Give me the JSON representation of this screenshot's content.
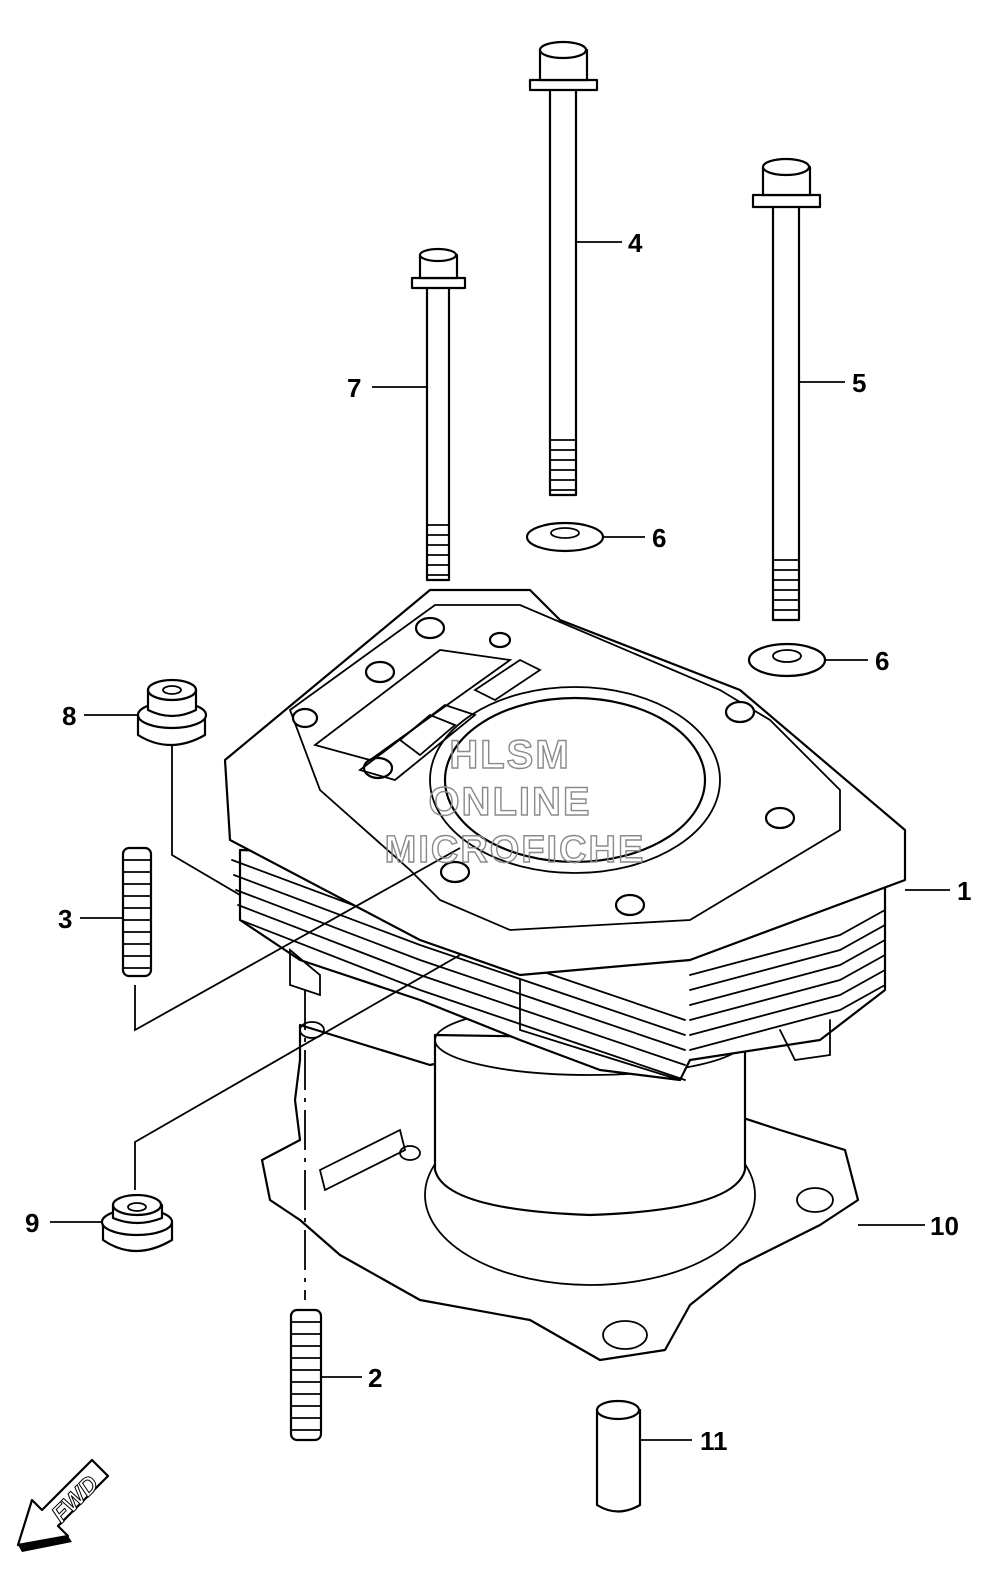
{
  "callouts": {
    "c1": "1",
    "c2": "2",
    "c3": "3",
    "c4": "4",
    "c5": "5",
    "c6a": "6",
    "c6b": "6",
    "c7": "7",
    "c8": "8",
    "c9": "9",
    "c10": "10",
    "c11": "11"
  },
  "watermark": {
    "line1": "HLSM",
    "line2": "ONLINE",
    "line3": "MICROFICHE"
  },
  "fwd_label": "FWD",
  "colors": {
    "line": "#000000",
    "background": "#ffffff",
    "watermark": "#8a8a8a"
  }
}
